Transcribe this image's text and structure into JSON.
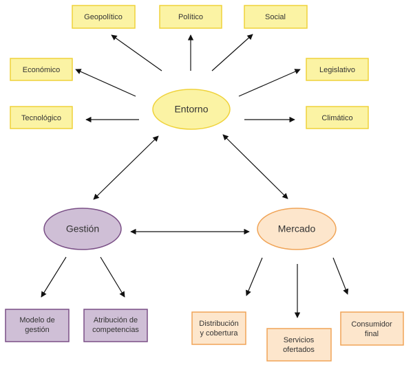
{
  "colors": {
    "yellow_fill": "#fbf3a4",
    "yellow_stroke": "#efd23a",
    "purple_fill": "#cfbfd6",
    "purple_stroke": "#7a4f86",
    "orange_fill": "#fde6cc",
    "orange_stroke": "#f0a457",
    "edge": "#111111"
  },
  "center": {
    "label": "Entorno"
  },
  "gestion": {
    "label": "Gestión"
  },
  "mercado": {
    "label": "Mercado"
  },
  "entorno_factors": {
    "geopolitico": "Geopolítico",
    "politico": "Político",
    "social": "Social",
    "economico": "Económico",
    "legislativo": "Legislativo",
    "tecnologico": "Tecnológico",
    "climatico": "Climático"
  },
  "gestion_children": {
    "modelo": [
      "Modelo de",
      "gestión"
    ],
    "atribucion": [
      "Atribución de",
      "competencias"
    ]
  },
  "mercado_children": {
    "distribucion": [
      "Distribución",
      "y cobertura"
    ],
    "servicios": [
      "Servicios",
      "ofertados"
    ],
    "consumidor": [
      "Consumidor",
      "final"
    ]
  }
}
